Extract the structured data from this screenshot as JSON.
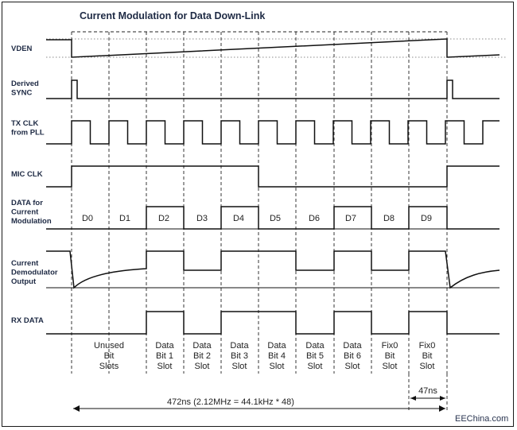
{
  "title": "Current Modulation for Data Down-Link",
  "signals": {
    "vden": [
      "VDEN"
    ],
    "sync": [
      "Derived",
      "SYNC"
    ],
    "txclk": [
      "TX CLK",
      "from PLL"
    ],
    "micclk": [
      "MIC CLK"
    ],
    "data": [
      "DATA for",
      "Current",
      "Modulation"
    ],
    "demod": [
      "Current",
      "Demodulator",
      "Output"
    ],
    "rx": [
      "RX DATA"
    ]
  },
  "data_bits": [
    "D0",
    "D1",
    "D2",
    "D3",
    "D4",
    "D5",
    "D6",
    "D7",
    "D8",
    "D9"
  ],
  "data_levels": [
    0,
    0,
    1,
    0,
    1,
    0,
    0,
    1,
    0,
    1
  ],
  "slot_labels": [
    [
      "Unused",
      "Bit",
      "Slots"
    ],
    [
      "Data",
      "Bit 1",
      "Slot"
    ],
    [
      "Data",
      "Bit 2",
      "Slot"
    ],
    [
      "Data",
      "Bit 3",
      "Slot"
    ],
    [
      "Data",
      "Bit 4",
      "Slot"
    ],
    [
      "Data",
      "Bit 5",
      "Slot"
    ],
    [
      "Data",
      "Bit 6",
      "Slot"
    ],
    [
      "Fix0",
      "Bit",
      "Slot"
    ],
    [
      "Fix0",
      "Bit",
      "Slot"
    ]
  ],
  "dimensions": {
    "total": "472ns (2.12MHz = 44.1kHz * 48)",
    "slot": "47ns"
  },
  "watermark": "EEChina.com",
  "colors": {
    "title": "#1e2a44",
    "waveform": "#101010"
  }
}
